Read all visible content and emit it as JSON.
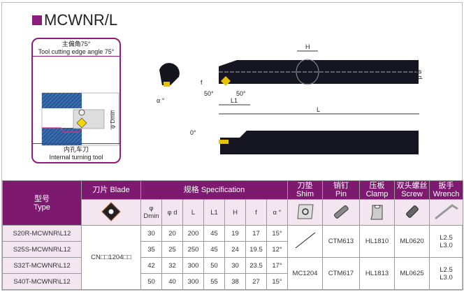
{
  "title": "MCWNR/L",
  "card": {
    "angle_cn": "主偏角75°",
    "angle_en": "Tool cutting edge angle 75°",
    "tool_cn": "内孔车刀",
    "tool_en": "Internal turning tool",
    "diagram_label": "φ Dmin"
  },
  "drawing": {
    "H": "H",
    "d": "φ d",
    "f": "f",
    "angle50a": "50°",
    "angle50b": "50°",
    "L1": "L1",
    "L": "L",
    "alpha": "α °",
    "zero": "0°"
  },
  "table": {
    "type_cn": "型号",
    "type_en": "Type",
    "blade": "刀片 Blade",
    "spec": "规格 Specification",
    "shim_cn": "刀垫",
    "shim_en": "Shim",
    "pin_cn": "销钉",
    "pin_en": "Pin",
    "clamp_cn": "压板",
    "clamp_en": "Clamp",
    "screw_cn": "双头螺丝",
    "screw_en": "Screw",
    "wrench_cn": "扳手",
    "wrench_en": "Wrench",
    "cols": [
      "φ Dmin",
      "φ d",
      "L",
      "L1",
      "H",
      "f",
      "α °"
    ],
    "insert": "CN□□1204□□",
    "rows": [
      {
        "type": "S20R-MCWNR\\L12",
        "v": [
          "30",
          "20",
          "200",
          "45",
          "19",
          "17",
          "15°"
        ]
      },
      {
        "type": "S25S-MCWNR\\L12",
        "v": [
          "35",
          "25",
          "250",
          "45",
          "24",
          "19.5",
          "12°"
        ]
      },
      {
        "type": "S32T-MCWNR\\L12",
        "v": [
          "42",
          "32",
          "300",
          "50",
          "30",
          "23.5",
          "17°"
        ]
      },
      {
        "type": "S40T-MCWNR\\L12",
        "v": [
          "50",
          "40",
          "300",
          "55",
          "38",
          "27",
          "15°"
        ]
      }
    ],
    "g1": {
      "pin": "CTM613",
      "clamp": "HL1810",
      "screw": "ML0620",
      "wrench1": "L2.5",
      "wrench2": "L3.0"
    },
    "g2": {
      "shim": "MC1204",
      "pin": "CTM617",
      "clamp": "HL1813",
      "screw": "ML0625",
      "wrench1": "L2.5",
      "wrench2": "L3.0"
    }
  }
}
